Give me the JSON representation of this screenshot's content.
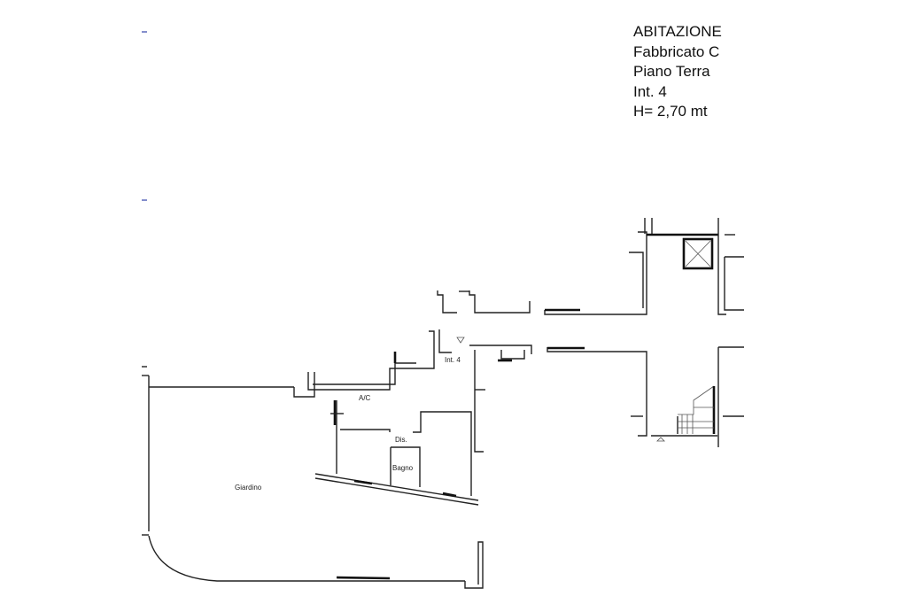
{
  "title_block": {
    "line1": "ABITAZIONE",
    "line2": "Fabbricato C",
    "line3": "Piano Terra",
    "line4": "Int. 4",
    "line5": "H= 2,70 mt"
  },
  "rooms": {
    "ac": "A/C",
    "dis": "Dis.",
    "bagno": "Bagno",
    "giardino": "Giardino",
    "int": "Int. 4"
  },
  "colors": {
    "line": "#222222",
    "marker": "#3344aa"
  }
}
